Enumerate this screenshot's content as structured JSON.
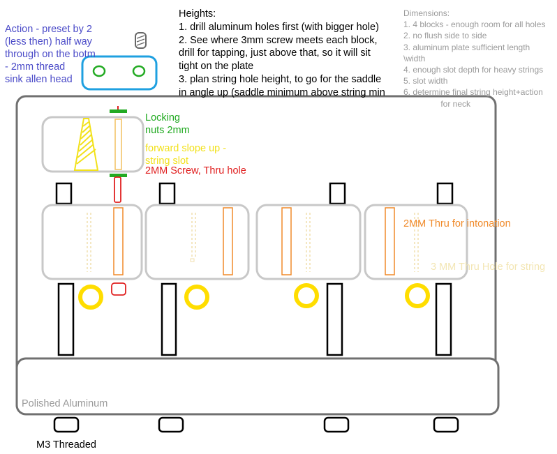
{
  "notes": {
    "action": "Action - preset by 2\n(less then) half way\nthrough on the botm\n- 2mm thread\nsink allen head",
    "heights": "Heights:\n1. drill aluminum holes first (with bigger hole)\n2. See where 3mm screw meets each block,\ndrill for tapping, just above that, so it will sit\ntight on the plate\n3. plan string hole height, to go for the saddle\nin angle up (saddle minimum above string min",
    "dimensions": "Dimensions:\n1. 4 blocks - enough room for all holes\n2. no flush side to side\n3. aluminum plate sufficient length\n\\width\n4. enough slot depth for heavy strings\n5. slot width\n6. determine final string height+action\n                for neck"
  },
  "labels": {
    "locking_nuts": "Locking\nnuts 2mm",
    "forward_slope": "forward slope up -\nstring slot",
    "screw_thru": "2MM Screw, Thru hole",
    "intonation": "2MM Thru for intonation",
    "string_hole": "3 MM Thru Hole for string",
    "plate": "Polished Aluminum",
    "threaded": "M3 Threaded"
  },
  "colors": {
    "action_text": "#4b4bc8",
    "heights_text": "#000000",
    "dimensions_text": "#9a9a9a",
    "locking": "#22aa22",
    "slope": "#f2e11a",
    "screw": "#e02020",
    "intonation": "#f08a2a",
    "string_hole": "#f3e6b4",
    "outline": "#c8c8c8",
    "plate_outline": "#707070",
    "ring_yellow": "#ffdd00",
    "preset_blue": "#1fa0e0"
  }
}
